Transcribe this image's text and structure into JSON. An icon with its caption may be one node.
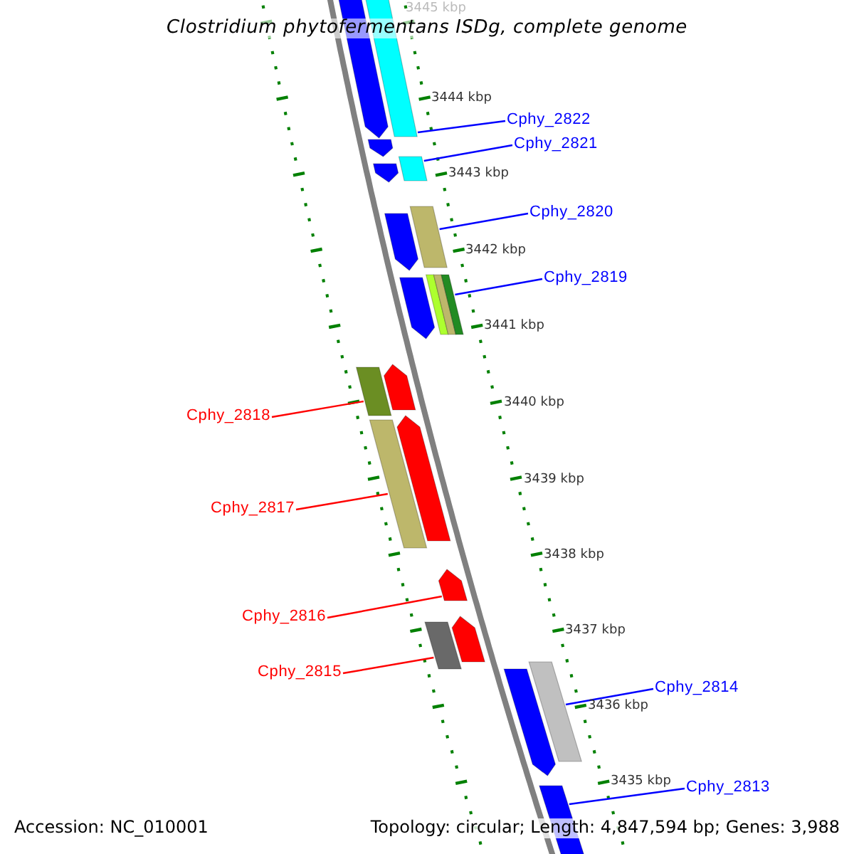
{
  "diagram": {
    "title": "Clostridium phytofermentans ISDg, complete genome",
    "nodes": [
      {
        "text": [
          "Cphy_2822"
        ]
      },
      {
        "text": [
          "Cphy_2821"
        ]
      },
      {
        "text": [
          "Cphy_2820"
        ]
      },
      {
        "text": [
          "Cphy_2819"
        ]
      },
      {
        "text": [
          "Cphy_2818"
        ]
      },
      {
        "text": [
          "Cphy_2817"
        ]
      },
      {
        "text": [
          "Cphy_2816"
        ]
      },
      {
        "text": [
          "Cphy_2815"
        ]
      },
      {
        "text": [
          "Cphy_2814"
        ]
      },
      {
        "text": [
          "Cphy_2813"
        ]
      },
      {
        "text": [],
        "shape": "bar"
      },
      {
        "text": [],
        "shape": "bar"
      },
      {
        "text": [],
        "shape": "bar"
      },
      {
        "text": [],
        "shape": "bar"
      },
      {
        "text": [],
        "shape": "bar"
      },
      {
        "text": [],
        "shape": "bar"
      },
      {
        "text": [],
        "shape": "arrow"
      },
      {
        "text": [],
        "shape": "bar"
      },
      {
        "text": [],
        "shape": "bar"
      },
      {
        "text": [],
        "shape": "arrow"
      },
      {
        "text": [],
        "shape": "arrow"
      },
      {
        "text": [],
        "shape": "arrow"
      },
      {
        "text": [],
        "shape": "arrow"
      },
      {
        "text": [],
        "shape": "arrow"
      },
      {
        "text": [],
        "shape": "arrow"
      },
      {
        "text": [],
        "shape": "arrow"
      },
      {
        "text": [],
        "shape": "arrow"
      },
      {
        "text": [],
        "shape": "arrow"
      },
      {
        "text": [],
        "shape": "arrow"
      }
    ],
    "edges": [
      {
        "from": 0,
        "to": 10,
        "arrow": "none"
      },
      {
        "from": 1,
        "to": 11,
        "arrow": "none"
      },
      {
        "from": 2,
        "to": 12,
        "arrow": "none"
      },
      {
        "from": 3,
        "to": 13,
        "arrow": "none"
      },
      {
        "from": 4,
        "to": 14,
        "arrow": "none",
        "color": "#ff0000"
      },
      {
        "from": 5,
        "to": 15,
        "arrow": "none",
        "color": "#ff0000"
      },
      {
        "from": 6,
        "to": 16,
        "arrow": "none",
        "color": "#ff0000"
      },
      {
        "from": 7,
        "to": 17,
        "arrow": "none",
        "color": "#ff0000"
      },
      {
        "from": 8,
        "to": 18,
        "arrow": "none"
      },
      {
        "from": 9,
        "to": 19,
        "arrow": "none"
      }
    ],
    "labels": [
      "3445 kbp",
      "3444 kbp",
      "3443 kbp",
      "3442 kbp",
      "3441 kbp",
      "3440 kbp",
      "3439 kbp",
      "3438 kbp",
      "3437 kbp",
      "3436 kbp",
      "3435 kbp",
      "Accession: NC_010001",
      "Topology: circular; Length: 4,847,594 bp; Genes: 3,988"
    ]
  }
}
